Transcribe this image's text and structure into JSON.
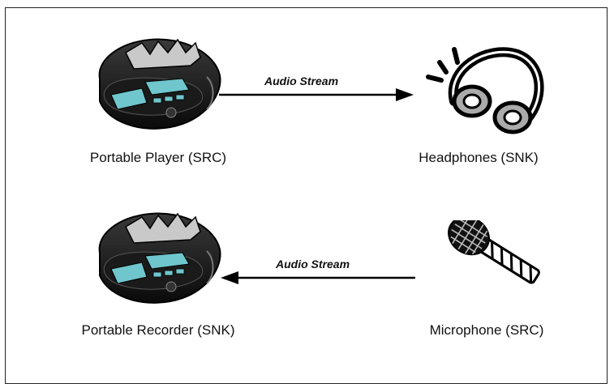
{
  "diagram": {
    "top_row": {
      "source": {
        "label": "Portable Player (SRC)",
        "icon": "portable-player-icon"
      },
      "sink": {
        "label": "Headphones (SNK)",
        "icon": "headphones-icon"
      },
      "arrow": {
        "label": "Audio Stream",
        "direction": "right"
      }
    },
    "bottom_row": {
      "sink": {
        "label": "Portable Recorder (SNK)",
        "icon": "portable-recorder-icon"
      },
      "source": {
        "label": "Microphone (SRC)",
        "icon": "microphone-icon"
      },
      "arrow": {
        "label": "Audio Stream",
        "direction": "left"
      }
    }
  }
}
